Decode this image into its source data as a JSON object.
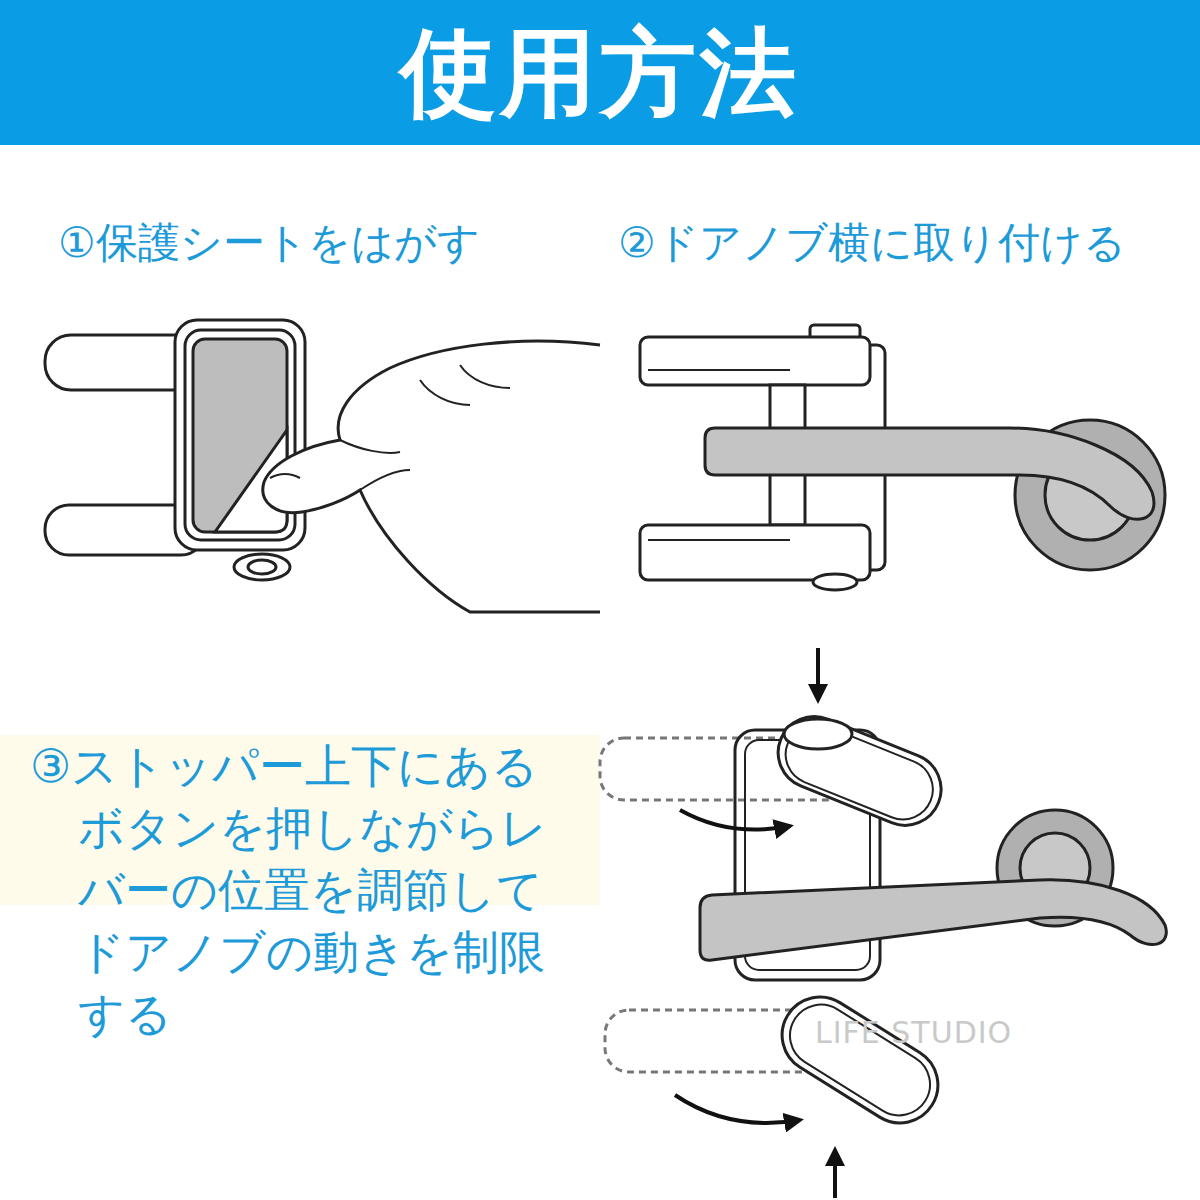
{
  "diagram": {
    "title": "使用方法",
    "labels": [
      "①保護シートをはがす",
      "②ドアノブ横に取り付ける",
      "③ストッパー上下にあるボタンを押しながらレバーの位置を調節してドアノブの動きを制限する",
      "LIFE STUDIO"
    ]
  }
}
